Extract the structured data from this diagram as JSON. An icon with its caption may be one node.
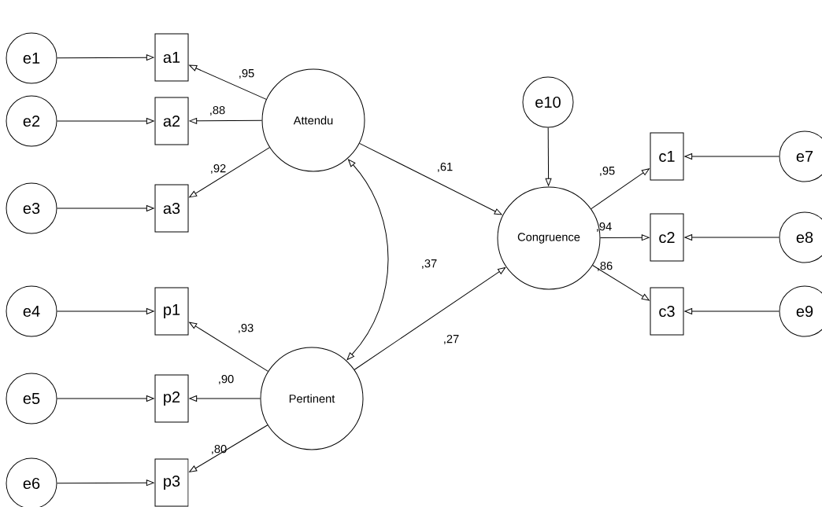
{
  "diagram": {
    "nodes": [
      {
        "text": [
          "e1"
        ]
      },
      {
        "text": [
          "a1"
        ]
      },
      {
        "text": [
          "e2"
        ]
      },
      {
        "text": [
          "a2"
        ]
      },
      {
        "text": [
          "e3"
        ]
      },
      {
        "text": [
          "a3"
        ]
      },
      {
        "text": [
          "Attendu"
        ]
      },
      {
        "text": [
          "e4"
        ]
      },
      {
        "text": [
          "p1"
        ]
      },
      {
        "text": [
          "e5"
        ]
      },
      {
        "text": [
          "p2"
        ]
      },
      {
        "text": [
          "e6"
        ]
      },
      {
        "text": [
          "p3"
        ]
      },
      {
        "text": [
          "Pertinent"
        ]
      },
      {
        "text": [
          "e10"
        ]
      },
      {
        "text": [
          "Congruence"
        ]
      },
      {
        "text": [
          "c1"
        ]
      },
      {
        "text": [
          "c2"
        ]
      },
      {
        "text": [
          "c3"
        ]
      },
      {
        "text": [
          "e7"
        ]
      },
      {
        "text": [
          "e8"
        ]
      },
      {
        "text": [
          "e9"
        ]
      }
    ],
    "edges": [
      {
        "from": 0,
        "to": 1,
        "arrow": "to"
      },
      {
        "from": 2,
        "to": 3,
        "arrow": "to"
      },
      {
        "from": 4,
        "to": 5,
        "arrow": "to"
      },
      {
        "from": 6,
        "to": 1,
        "arrow": "to",
        "label": ",95"
      },
      {
        "from": 6,
        "to": 3,
        "arrow": "to",
        "label": ",88"
      },
      {
        "from": 6,
        "to": 5,
        "arrow": "to",
        "label": ",92"
      },
      {
        "from": 7,
        "to": 8,
        "arrow": "to"
      },
      {
        "from": 9,
        "to": 10,
        "arrow": "to"
      },
      {
        "from": 11,
        "to": 12,
        "arrow": "to"
      },
      {
        "from": 13,
        "to": 8,
        "arrow": "to",
        "label": ",93"
      },
      {
        "from": 13,
        "to": 10,
        "arrow": "to",
        "label": ",90"
      },
      {
        "from": 13,
        "to": 12,
        "arrow": "to",
        "label": ",80"
      },
      {
        "from": 6,
        "to": 13,
        "arrow": "both",
        "label": ",37"
      },
      {
        "from": 6,
        "to": 15,
        "arrow": "to",
        "label": ",61"
      },
      {
        "from": 13,
        "to": 15,
        "arrow": "to",
        "label": ",27"
      },
      {
        "from": 14,
        "to": 15,
        "arrow": "to"
      },
      {
        "from": 15,
        "to": 16,
        "arrow": "to",
        "label": ",95"
      },
      {
        "from": 15,
        "to": 17,
        "arrow": "to",
        "label": ",94"
      },
      {
        "from": 15,
        "to": 18,
        "arrow": "to",
        "label": ",86"
      },
      {
        "from": 19,
        "to": 16,
        "arrow": "to"
      },
      {
        "from": 20,
        "to": 17,
        "arrow": "to"
      },
      {
        "from": 21,
        "to": 18,
        "arrow": "to"
      }
    ]
  }
}
